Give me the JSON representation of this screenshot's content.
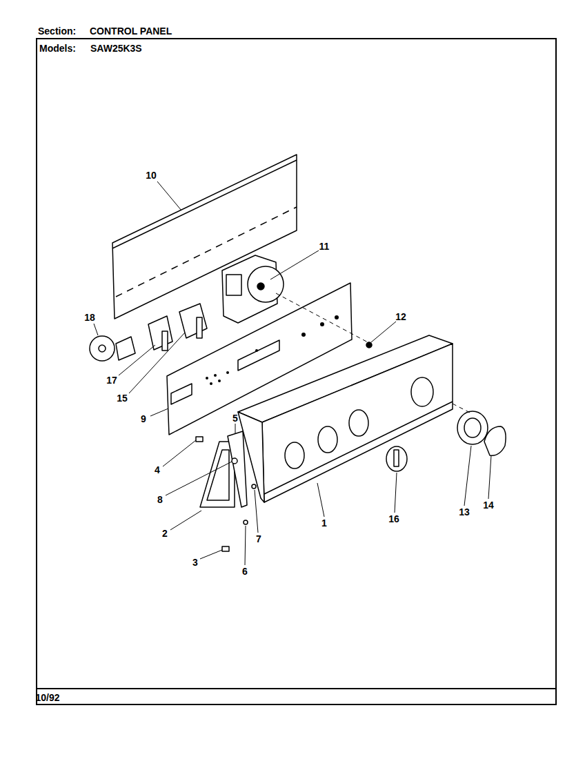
{
  "diagram": {
    "labels": [
      "Section:",
      "CONTROL PANEL",
      "Models:",
      "SAW25K3S",
      "10",
      "11",
      "12",
      "18",
      "17",
      "15",
      "9",
      "5",
      "4",
      "8",
      "2",
      "3",
      "6",
      "7",
      "1",
      "16",
      "13",
      "14",
      "10/92"
    ]
  }
}
